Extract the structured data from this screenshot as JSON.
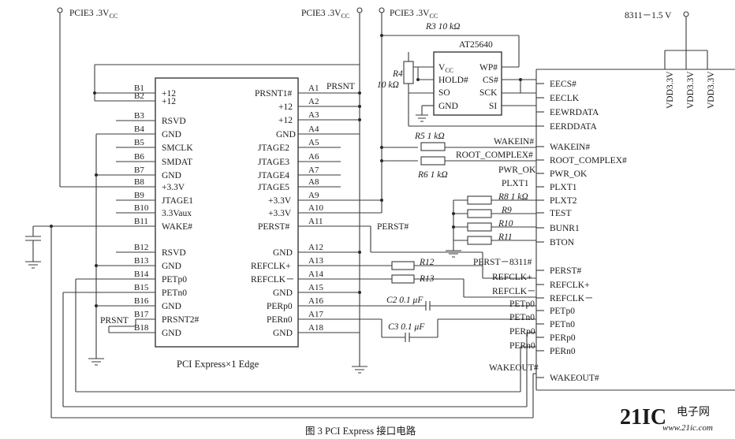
{
  "power_labels": {
    "pcie1": "PCIE3 .3V",
    "pcie2": "PCIE3 .3V",
    "pcie3": "PCIE3 .3V",
    "cc": "CC",
    "v8311": "8311－1.5 V",
    "vdd1": "VDD3.3V",
    "vdd2": "VDD3.3V",
    "vdd3": "VDD3.3V"
  },
  "connector": {
    "title": "PCI  Express×1  Edge",
    "b_pins": [
      {
        "num": "B1",
        "label": "+12"
      },
      {
        "num": "B2",
        "label": "+12"
      },
      {
        "num": "B3",
        "label": "RSVD"
      },
      {
        "num": "B4",
        "label": "GND"
      },
      {
        "num": "B5",
        "label": "SMCLK"
      },
      {
        "num": "B6",
        "label": "SMDAT"
      },
      {
        "num": "B7",
        "label": "GND"
      },
      {
        "num": "B8",
        "label": "+3.3V"
      },
      {
        "num": "B9",
        "label": "JTAGE1"
      },
      {
        "num": "B10",
        "label": "3.3Vaux"
      },
      {
        "num": "B11",
        "label": "WAKE#"
      },
      {
        "num": "B12",
        "label": "RSVD"
      },
      {
        "num": "B13",
        "label": "GND"
      },
      {
        "num": "B14",
        "label": "PETp0"
      },
      {
        "num": "B15",
        "label": "PETn0"
      },
      {
        "num": "B16",
        "label": "GND"
      },
      {
        "num": "B17",
        "label": "PRSNT2#"
      },
      {
        "num": "B18",
        "label": "GND"
      }
    ],
    "a_pins": [
      {
        "num": "A1",
        "label": "PRSNT1#"
      },
      {
        "num": "A2",
        "label": "+12"
      },
      {
        "num": "A3",
        "label": "+12"
      },
      {
        "num": "A4",
        "label": "GND"
      },
      {
        "num": "A5",
        "label": "JTAGE2"
      },
      {
        "num": "A6",
        "label": "JTAGE3"
      },
      {
        "num": "A7",
        "label": "JTAGE4"
      },
      {
        "num": "A8",
        "label": "JTAGE5"
      },
      {
        "num": "A9",
        "label": "+3.3V"
      },
      {
        "num": "A10",
        "label": "+3.3V"
      },
      {
        "num": "A11",
        "label": "PERST#"
      },
      {
        "num": "A12",
        "label": "GND"
      },
      {
        "num": "A13",
        "label": "REFCLK+"
      },
      {
        "num": "A14",
        "label": "REFCLK－"
      },
      {
        "num": "A15",
        "label": "GND"
      },
      {
        "num": "A16",
        "label": "PERp0"
      },
      {
        "num": "A17",
        "label": "PERn0"
      },
      {
        "num": "A18",
        "label": "GND"
      }
    ]
  },
  "eeprom": {
    "name": "AT25640",
    "left_pins": [
      "V",
      "HOLD#",
      "SO",
      "GND"
    ],
    "vcc_sub": "CC",
    "right_pins": [
      "WP#",
      "CS#",
      "SCK",
      "SI"
    ]
  },
  "resistors": {
    "r3": "R3  10 kΩ",
    "r4_name": "R4",
    "r4_val": "10 kΩ",
    "r5": "R5  1 kΩ",
    "r6": "R6  1 kΩ",
    "r8": "R8  1 kΩ",
    "r9": "R9",
    "r10": "R10",
    "r11": "R11",
    "r12": "R12",
    "r13": "R13",
    "c2": "C2  0.1 μF",
    "c3": "C3  0.1 μF"
  },
  "net_labels": {
    "prsnt": "PRSNT",
    "perst": "PERST#",
    "prsnt_b17": "PRSNT",
    "wakein": "WAKEIN#",
    "root_complex": "ROOT_COMPLEX#",
    "pwr_ok": "PWR_OK",
    "plxt1": "PLXT1",
    "perst_8311": "PERST－8311#",
    "refclk_p": "REFCLK+",
    "refclk_n": "REFCLK－",
    "petp0": "PETp0",
    "petn0": "PETn0",
    "perp0": "PERp0",
    "pern0": "PERn0",
    "wakeout": "WAKEOUT#"
  },
  "chip_pins": [
    "EECS#",
    "EECLK",
    "EEWRDATA",
    "EERDDATA",
    "WAKEIN#",
    "ROOT_COMPLEX#",
    "PWR_OK",
    "PLXT1",
    "PLXT2",
    "TEST",
    "BUNR1",
    "BTON",
    "PERST#",
    "REFCLK+",
    "REFCLK－",
    "PETp0",
    "PETn0",
    "PERp0",
    "PERn0",
    "WAKEOUT#"
  ],
  "caption": "图 3   PCI  Express 接口电路",
  "watermark": {
    "brand": "21IC",
    "cn": "电子网",
    "url": "www.21ic.com"
  }
}
